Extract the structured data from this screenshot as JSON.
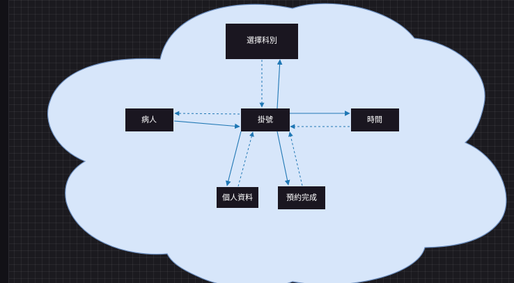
{
  "colors": {
    "background": "#1b1a1f",
    "cloud_fill": "#d7e6fa",
    "cloud_stroke": "#6c8ebf",
    "node_fill": "#1a1620",
    "node_text": "#ffffff",
    "arrow": "#1f77b4"
  },
  "nodes": {
    "select_department": "選擇科別",
    "registration": "掛號",
    "patient": "病人",
    "time": "時間",
    "personal_info": "個人資料",
    "booking_complete": "預約完成"
  },
  "edges": [
    {
      "from": "registration",
      "to": "select_department",
      "style": "solid"
    },
    {
      "from": "select_department",
      "to": "registration",
      "style": "dashed"
    },
    {
      "from": "patient",
      "to": "registration",
      "style": "solid"
    },
    {
      "from": "registration",
      "to": "patient",
      "style": "dashed"
    },
    {
      "from": "registration",
      "to": "time",
      "style": "solid"
    },
    {
      "from": "time",
      "to": "registration",
      "style": "dashed"
    },
    {
      "from": "registration",
      "to": "personal_info",
      "style": "solid"
    },
    {
      "from": "personal_info",
      "to": "registration",
      "style": "dashed"
    },
    {
      "from": "registration",
      "to": "booking_complete",
      "style": "solid"
    },
    {
      "from": "booking_complete",
      "to": "registration",
      "style": "dashed"
    }
  ]
}
